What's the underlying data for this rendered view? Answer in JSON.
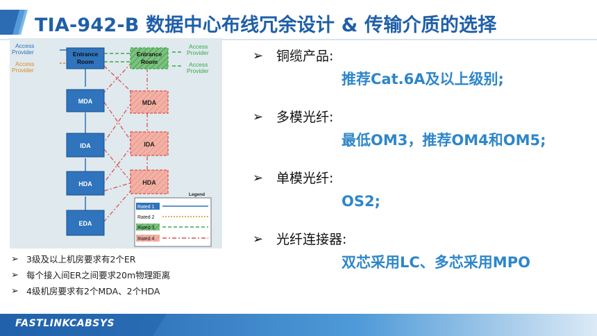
{
  "title": "TIA-942-B 数据中心布线冗余设计 & 传输介质的选择",
  "footer": {
    "brand": "FASTLINKCABSYS"
  },
  "diagram": {
    "left_access": [
      "Access",
      "Provider"
    ],
    "left_access2": [
      "Access",
      "Provider"
    ],
    "right_access": [
      "Access",
      "Provider"
    ],
    "right_access2": [
      "Access",
      "Provider"
    ],
    "entrance_primary": [
      "Entrance",
      "Room"
    ],
    "entrance_secondary": [
      "Entrance",
      "Room"
    ],
    "mda": "MDA",
    "ida": "IDA",
    "hda": "HDA",
    "eda": "EDA",
    "mda2": "MDA",
    "ida2": "IDA",
    "hda2": "HDA",
    "legend_title": "Legend",
    "legend": [
      "Rated 1",
      "Rated 2",
      "Rated 3",
      "Rated 4"
    ],
    "colors": {
      "rated1": "#2f6fb8",
      "rated2": "#e08a1e",
      "rated3": "#3aa84a",
      "rated4": "#d9534f"
    }
  },
  "notes": [
    "3级及以上机房要求有2个ER",
    "每个接入间ER之间要求20m物理距离",
    "4级机房要求有2个MDA、2个HDA"
  ],
  "media": [
    {
      "header": "铜缆产品:",
      "value": "推荐Cat.6A及以上级别;"
    },
    {
      "header": "多模光纤:",
      "value": "最低OM3，推荐OM4和OM5;"
    },
    {
      "header": "单模光纤:",
      "value": "OS2;"
    },
    {
      "header": "光纤连接器:",
      "value": "双芯采用LC、多芯采用MPO"
    }
  ],
  "icons": {
    "bullet": "arrow-right-icon"
  }
}
